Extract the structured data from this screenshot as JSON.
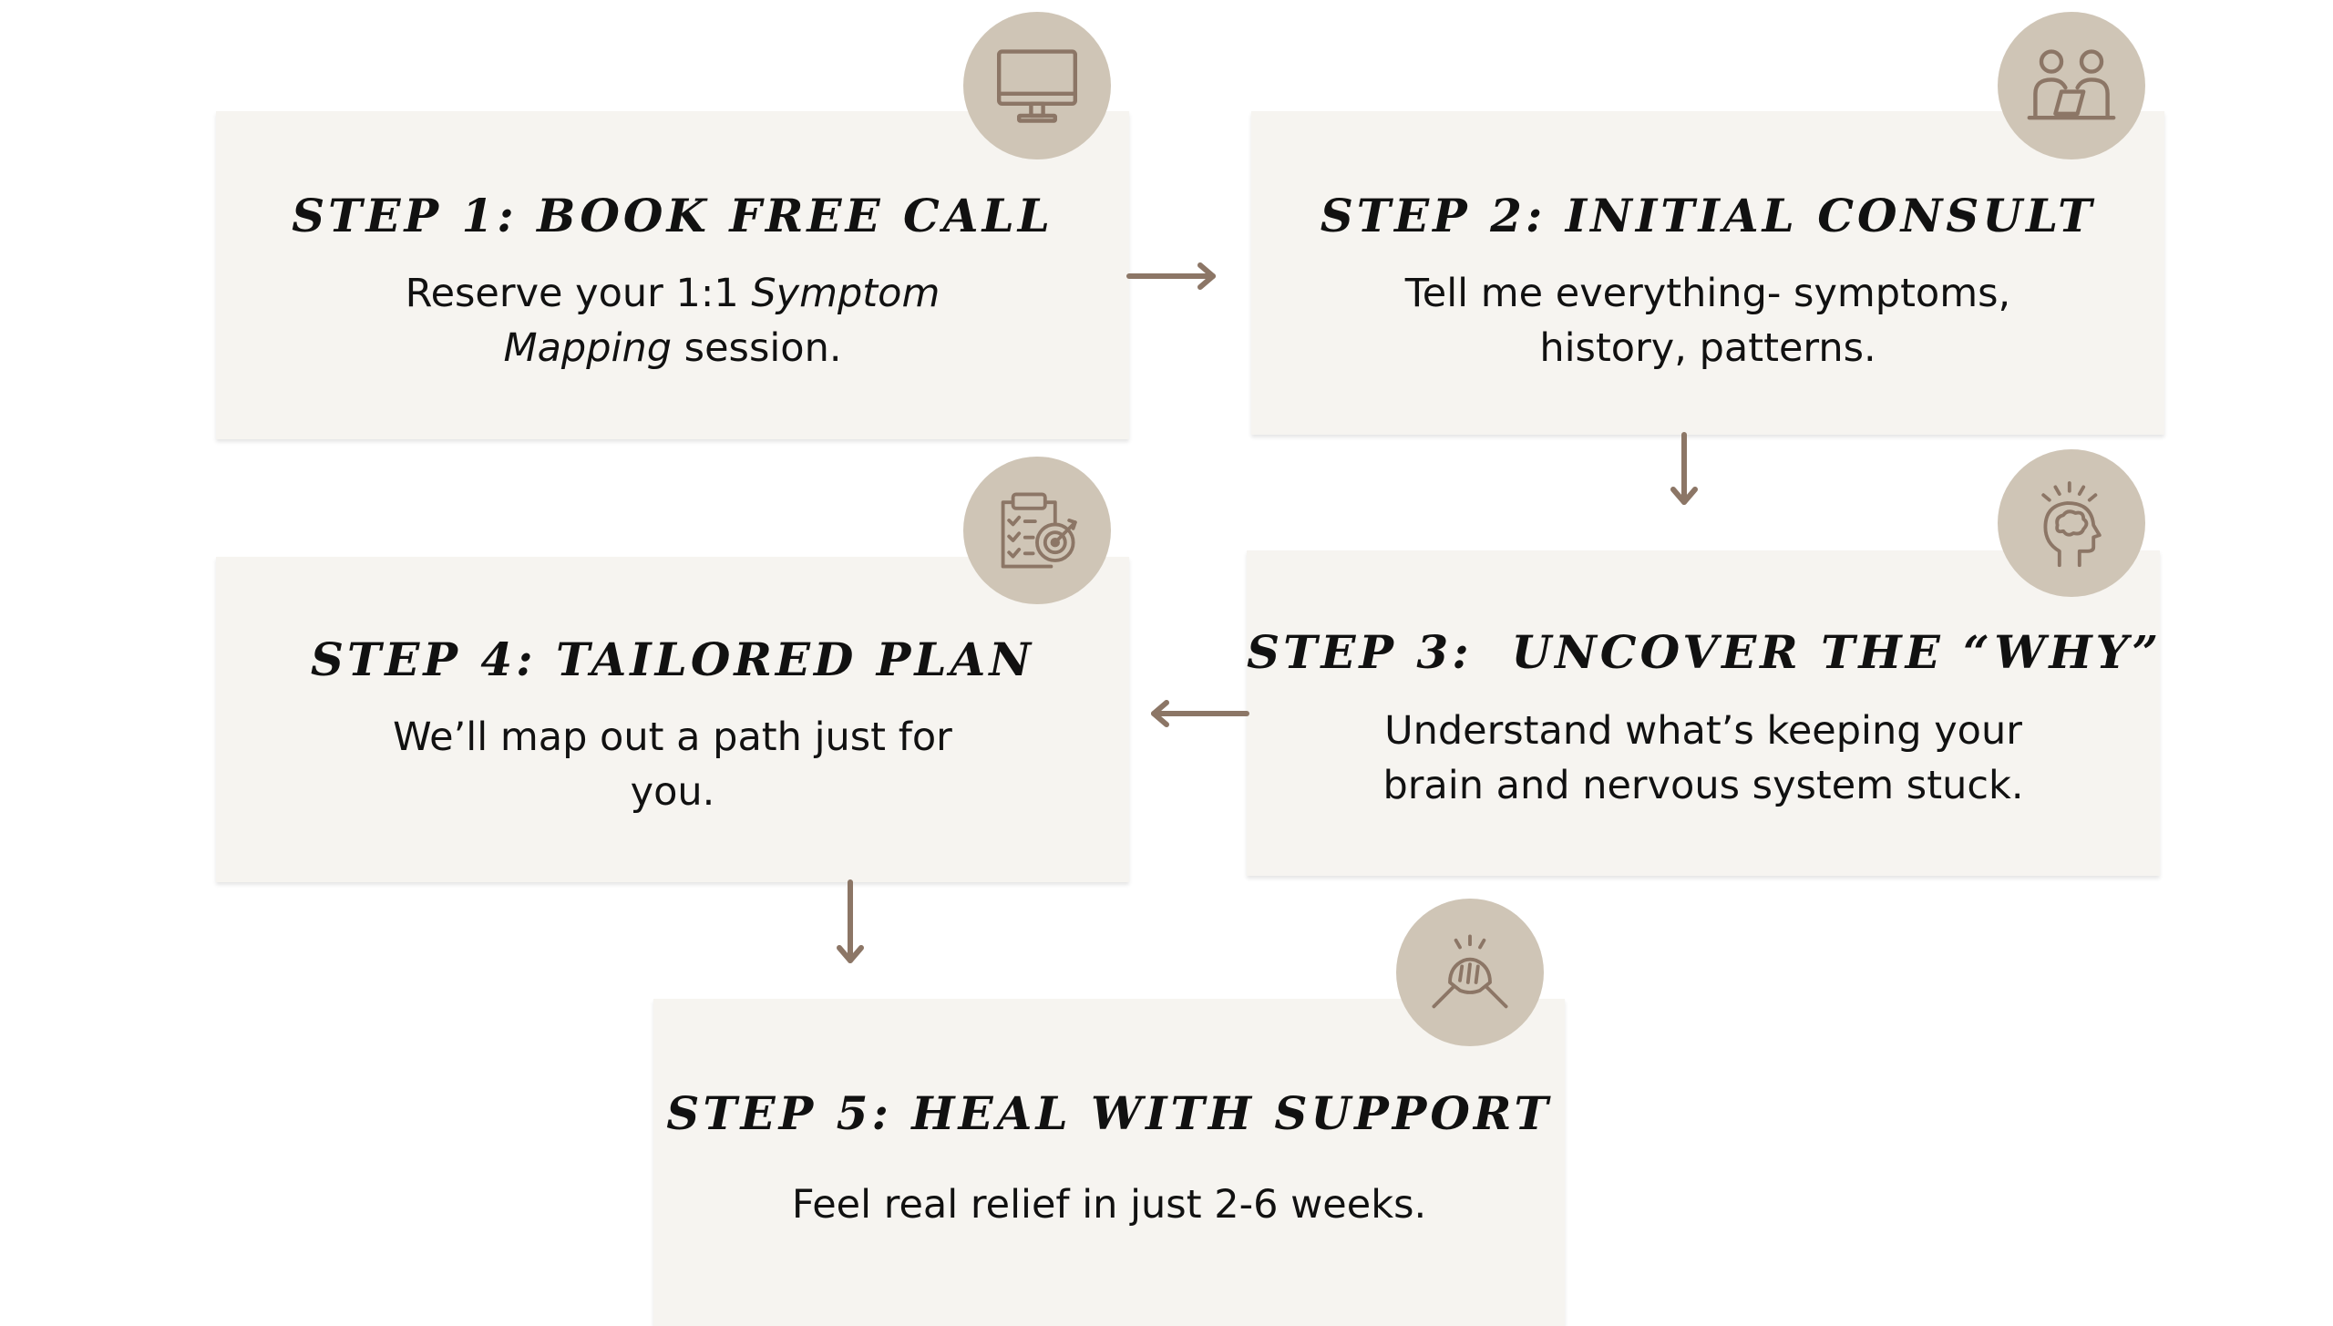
{
  "colors": {
    "card_background": "#f6f4f0",
    "badge_background": "#cfc5b6",
    "icon_stroke": "#8c7666",
    "arrow": "#8c7666",
    "text": "#111111"
  },
  "steps": [
    {
      "title": "STEP 1: BOOK FREE CALL",
      "desc_part1": "Reserve your 1:1 ",
      "desc_em": "Symptom\nMapping",
      "desc_part2": " session.",
      "icon": "computer-monitor-icon"
    },
    {
      "title": "STEP 2: INITIAL CONSULT",
      "desc": "Tell me everything- symptoms,\nhistory, patterns.",
      "icon": "consultation-icon"
    },
    {
      "title": "STEP 3:  UNCOVER THE “WHY”",
      "desc": "Understand what’s keeping your\nbrain and nervous system stuck.",
      "icon": "brain-head-icon"
    },
    {
      "title": "STEP 4: TAILORED PLAN",
      "desc": "We’ll map out a path just for\nyou.",
      "icon": "clipboard-target-icon"
    },
    {
      "title": "STEP 5: HEAL WITH SUPPORT",
      "desc": "Feel real relief in just 2-6 weeks.",
      "icon": "handshake-icon"
    }
  ]
}
